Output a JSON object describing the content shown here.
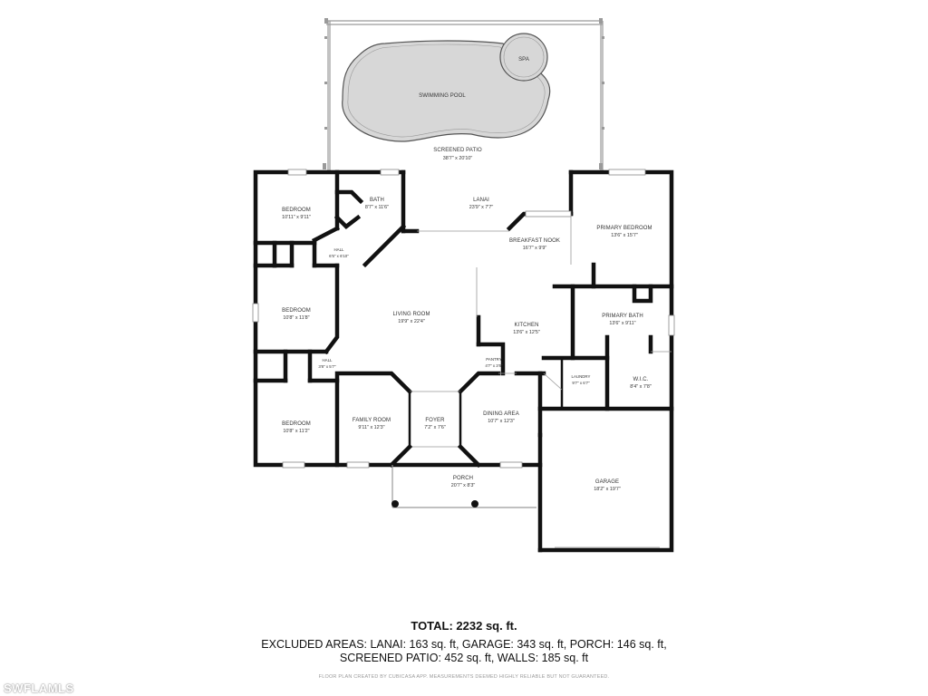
{
  "rooms": {
    "spa": "SPA",
    "swimming_pool": "SWIMMING POOL",
    "screened_patio": {
      "name": "SCREENED PATIO",
      "dim": "38'7\" x 20'10\""
    },
    "bedroom_1": {
      "name": "BEDROOM",
      "dim": "10'11\" x 9'11\""
    },
    "bath": {
      "name": "BATH",
      "dim": "8'7\" x 11'6\""
    },
    "lanai": {
      "name": "LANAI",
      "dim": "23'9\" x 7'7\""
    },
    "primary_bedroom": {
      "name": "PRIMARY BEDROOM",
      "dim": "13'6\" x 15'7\""
    },
    "hall_1": {
      "name": "HALL",
      "dim": "6'5\" x 6'10\""
    },
    "breakfast_nook": {
      "name": "BREAKFAST NOOK",
      "dim": "16'7\" x 9'9\""
    },
    "bedroom_2": {
      "name": "BEDROOM",
      "dim": "10'8\" x 11'8\""
    },
    "living_room": {
      "name": "LIVING ROOM",
      "dim": "19'9\" x 22'4\""
    },
    "primary_bath": {
      "name": "PRIMARY BATH",
      "dim": "13'6\" x 9'11\""
    },
    "kitchen": {
      "name": "KITCHEN",
      "dim": "13'6\" x 12'5\""
    },
    "pantry": {
      "name": "PANTRY",
      "dim": "4'7\" x 3'6\""
    },
    "hall_2": {
      "name": "HALL",
      "dim": "3'8\" x 5'7\""
    },
    "laundry": {
      "name": "LAUNDRY",
      "dim": "9'7\" x 6'7\""
    },
    "wic": {
      "name": "W.I.C.",
      "dim": "8'4\" x 7'8\""
    },
    "bedroom_3": {
      "name": "BEDROOM",
      "dim": "10'8\" x 11'2\""
    },
    "family_room": {
      "name": "FAMILY ROOM",
      "dim": "9'11\" x 12'3\""
    },
    "foyer": {
      "name": "FOYER",
      "dim": "7'2\" x 7'6\""
    },
    "dining_area": {
      "name": "DINING AREA",
      "dim": "10'7\" x 12'3\""
    },
    "garage": {
      "name": "GARAGE",
      "dim": "18'2\" x 19'7\""
    },
    "porch": {
      "name": "PORCH",
      "dim": "20'7\" x 8'3\""
    }
  },
  "summary": {
    "total": "TOTAL: 2232 sq. ft.",
    "excluded_line1": "EXCLUDED AREAS: LANAI: 163 sq. ft, GARAGE: 343 sq. ft, PORCH: 146 sq. ft,",
    "excluded_line2": "SCREENED PATIO: 452 sq. ft, WALLS: 185 sq. ft",
    "disclaimer": "FLOOR PLAN CREATED BY CUBICASA APP. MEASUREMENTS DEEMED HIGHLY RELIABLE BUT NOT GUARANTEED."
  },
  "watermark": "SWFLAMLS"
}
